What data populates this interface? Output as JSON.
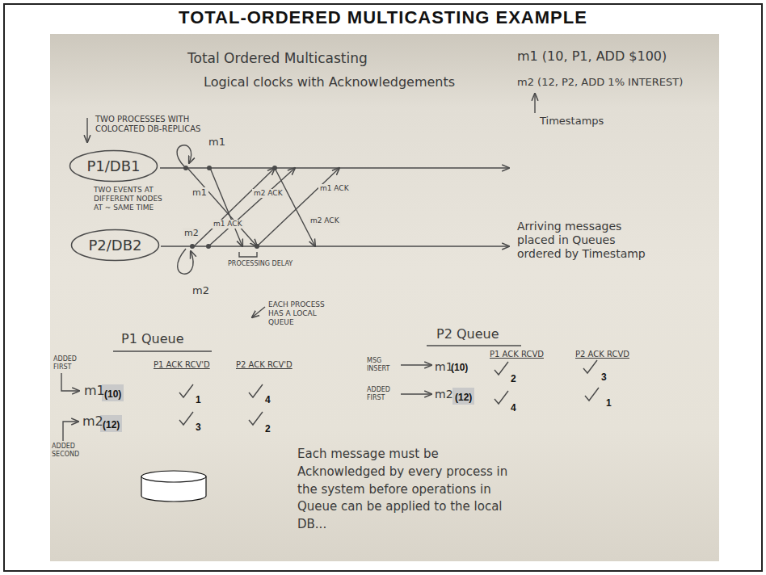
{
  "diagram": {
    "title": "TOTAL-ORDERED MULTICASTING EXAMPLE",
    "nodes": [
      {
        "text": [
          "P1/DB1"
        ]
      },
      {
        "text": [
          "P2/DB2"
        ]
      },
      {
        "text": [
          "(10)"
        ]
      },
      {
        "text": [
          "(12)"
        ]
      },
      {
        "text": [
          "(12)"
        ]
      }
    ],
    "labels": [
      "Total Ordered Multicasting",
      "Logical clocks with Acknowledgements",
      "m1 (10, P1, ADD $100)",
      "m2 (12, P2, ADD 1% INTEREST)",
      "Timestamps",
      "TWO PROCESSES WITH COLOCATED DB-REPLICAS",
      "m1",
      "TWO EVENTS AT DIFFERENT NODES AT ~ SAME TIME",
      "m1",
      "m1 ACK",
      "m2",
      "m2 ACK",
      "m1 ACK",
      "m2 ACK",
      "m2",
      "PROCESSING DELAY",
      "Arriving messages placed in Queues ordered by Timestamp",
      "EACH PROCESS HAS A LOCAL QUEUE",
      "P1 Queue",
      "P1 ACK RCV'D",
      "P2 ACK RCV'D",
      "ADDED FIRST",
      "m1",
      "1",
      "4",
      "m2",
      "3",
      "2",
      "ADDED SECOND",
      "P2 Queue",
      "P1 ACK RCVD",
      "P2 ACK RCVD",
      "MSG INSERT",
      "m1",
      "(10)",
      "2",
      "3",
      "ADDED FIRST",
      "m2",
      "4",
      "1",
      "Each message must be Acknowledged by every process in the system before operations in Queue can be applied to the local DB..."
    ]
  }
}
